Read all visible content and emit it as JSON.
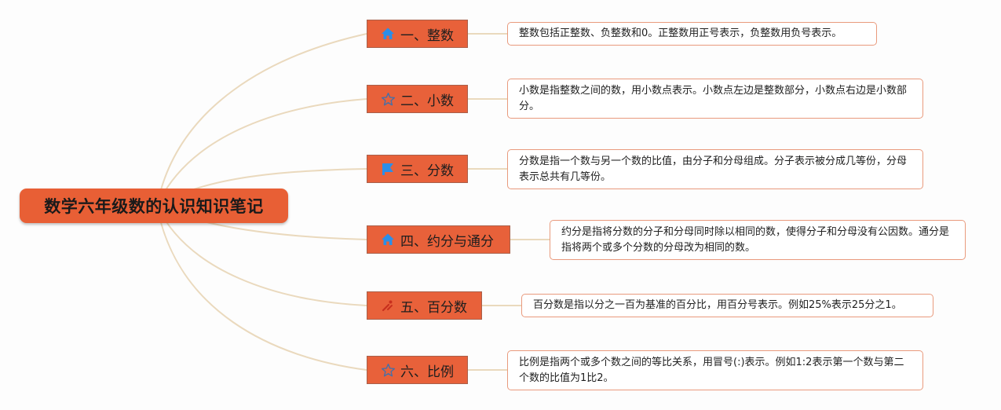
{
  "root": {
    "title": "数学六年级数的认识知识笔记"
  },
  "colors": {
    "node_fill": "#e8613a",
    "root_fill": "#e85f35",
    "note_border": "#e99a7d",
    "connector": "#ead9bd",
    "icon_blue": "#2b8ee8"
  },
  "branches": [
    {
      "label": "一、整数",
      "icon": "house-icon",
      "note": "整数包括正整数、负整数和0。正整数用正号表示，负整数用负号表示。"
    },
    {
      "label": "二、小数",
      "icon": "star-outline-icon",
      "note": "小数是指整数之间的数，用小数点表示。小数点左边是整数部分，小数点右边是小数部分。"
    },
    {
      "label": "三、分数",
      "icon": "flag-icon",
      "note": "分数是指一个数与另一个数的比值，由分子和分母组成。分子表示被分成几等份，分母表示总共有几等份。"
    },
    {
      "label": "四、约分与通分",
      "icon": "house-icon",
      "note": "约分是指将分数的分子和分母同时除以相同的数，使得分子和分母没有公因数。通分是指将两个或多个分数的分母改为相同的数。"
    },
    {
      "label": "五、百分数",
      "icon": "tools-icon",
      "note": "百分数是指以分之一百为基准的百分比，用百分号表示。例如25%表示25分之1。"
    },
    {
      "label": "六、比例",
      "icon": "star-outline-icon",
      "note": "比例是指两个或多个数之间的等比关系，用冒号(:)表示。例如1:2表示第一个数与第二个数的比值为1比2。"
    }
  ]
}
